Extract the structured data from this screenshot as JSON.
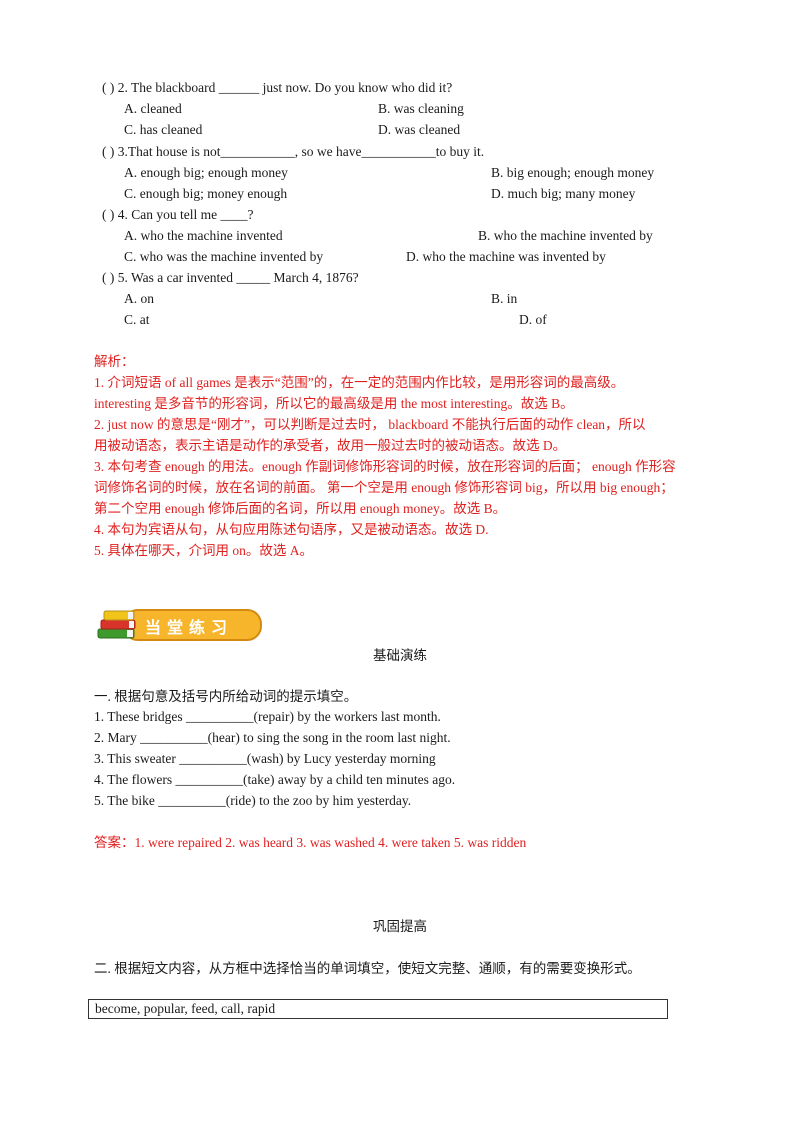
{
  "questions": [
    {
      "stem": "(    ) 2.  The  blackboard  ______  just  now.  Do  you  know  who  did  it?",
      "options": [
        "A.  cleaned",
        "B.  was  cleaning",
        "C.  has  cleaned",
        "D.  was  cleaned"
      ]
    },
    {
      "stem": "(      ) 3.That  house  is  not___________,  so  we  have___________to  buy  it.",
      "options": [
        "A.  enough  big;  enough  money",
        "B.  big  enough;  enough  money",
        "C.  enough  big;  money  enough",
        "D.  much  big;  many  money"
      ]
    },
    {
      "stem": "(      ) 4.  Can  you  tell  me  ____?",
      "options": [
        "A.  who  the  machine  invented",
        "B.  who  the  machine  invented  by",
        "C.  who  was  the  machine  invented  by",
        "D.  who  the  machine  was  invented  by"
      ]
    },
    {
      "stem": "(      ) 5.  Was  a  car  invented  _____  March  4,  1876?",
      "options": [
        "A.  on",
        "B.  in",
        "C.  at",
        "D.  of"
      ]
    }
  ],
  "analysis": {
    "title": "解析：",
    "lines": [
      "1.  介词短语 of  all  games 是表示“范围”的，在一定的范围内作比较，是用形容词的最高级。",
      "interesting 是多音节的形容词，所以它的最高级是用 the  most  interesting。故选 B。",
      "2.  just  now 的意思是“刚才”，可以判断是过去时，   blackboard 不能执行后面的动作 clean，所以",
      "用被动语态，表示主语是动作的承受者，故用一般过去时的被动语态。故选 D。",
      "3.  本句考查 enough 的用法。enough 作副词修饰形容词的时候，放在形容词的后面；  enough 作形容",
      "词修饰名词的时候，放在名词的前面。    第一个空是用 enough 修饰形容词 big，所以用 big  enough；",
      "第二个空用 enough 修饰后面的名词，所以用 enough  money。故选 B。",
      "4.  本句为宾语从句，从句应用陈述句语序，又是被动语态。故选 D.",
      "5.  具体在哪天，介词用 on。故选 A。"
    ]
  },
  "badge": {
    "label": "当堂练习",
    "icon": "books-icon"
  },
  "section1": {
    "title": "基础演练",
    "instruction": "一.  根据句意及括号内所给动词的提示填空。",
    "items": [
      "1.  These  bridges  __________(repair)  by  the  workers  last  month.",
      "2.  Mary  __________(hear)  to  sing  the  song  in  the  room  last  night.",
      "3.  This  sweater  __________(wash)  by  Lucy  yesterday  morning",
      "4.  The  flowers  __________(take)  away  by  a  child  ten  minutes  ago.",
      "5.  The  bike  __________(ride)  to  the  zoo  by  him  yesterday."
    ],
    "answer": "答案：1.  were  repaired      2.  was  heard      3.  was  washed      4.  were  taken      5.  was  ridden"
  },
  "section2": {
    "title": "巩固提高",
    "instruction": "二.  根据短文内容，从方框中选择恰当的单词填空，使短文完整、通顺，有的需要变换形式。",
    "word_box": "become,  popular,  feed,  call,  rapid"
  },
  "colors": {
    "answer_red": "#e0201f",
    "badge_orange": "#f7b52b"
  }
}
